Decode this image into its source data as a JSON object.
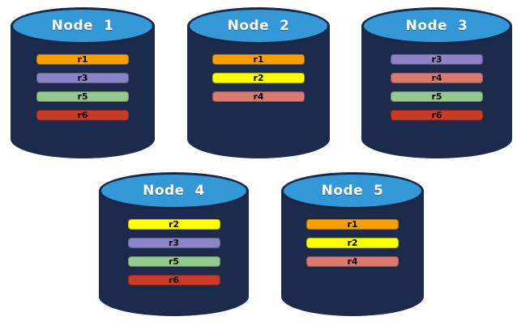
{
  "diagram": {
    "background_color": "#FFFFFF",
    "cylinder_body_color": "#1C2A4B",
    "cylinder_top_color": "#3498D6",
    "cylinder_outline_color": "#19274A",
    "node_label_color": "#FFFFFF",
    "bar_text_color": "#000000",
    "replica_colors": {
      "r1": "#F8A001",
      "r2": "#FFFF00",
      "r3": "#8C82C6",
      "r4": "#D9796F",
      "r5": "#94C88C",
      "r6": "#C93B27"
    }
  },
  "nodes": [
    {
      "label": "Node  1",
      "replicas": [
        {
          "label": "r1",
          "color": "#F8A001"
        },
        {
          "label": "r3",
          "color": "#8C82C6"
        },
        {
          "label": "r5",
          "color": "#94C88C"
        },
        {
          "label": "r6",
          "color": "#C93B27"
        }
      ]
    },
    {
      "label": "Node  2",
      "replicas": [
        {
          "label": "r1",
          "color": "#F8A001"
        },
        {
          "label": "r2",
          "color": "#FFFF00"
        },
        {
          "label": "r4",
          "color": "#D9796F"
        }
      ]
    },
    {
      "label": "Node  3",
      "replicas": [
        {
          "label": "r3",
          "color": "#8C82C6"
        },
        {
          "label": "r4",
          "color": "#D9796F"
        },
        {
          "label": "r5",
          "color": "#94C88C"
        },
        {
          "label": "r6",
          "color": "#C93B27"
        }
      ]
    },
    {
      "label": "Node  4",
      "replicas": [
        {
          "label": "r2",
          "color": "#FFFF00"
        },
        {
          "label": "r3",
          "color": "#8C82C6"
        },
        {
          "label": "r5",
          "color": "#94C88C"
        },
        {
          "label": "r6",
          "color": "#C93B27"
        }
      ]
    },
    {
      "label": "Node  5",
      "replicas": [
        {
          "label": "r1",
          "color": "#F8A001"
        },
        {
          "label": "r2",
          "color": "#FFFF00"
        },
        {
          "label": "r4",
          "color": "#D9796F"
        }
      ]
    }
  ]
}
